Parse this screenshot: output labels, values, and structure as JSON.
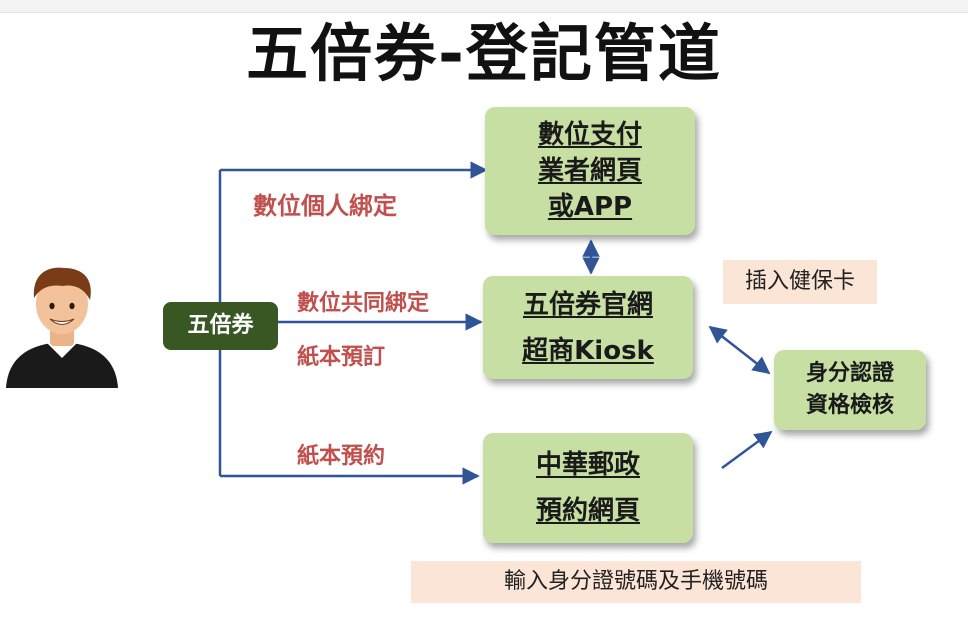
{
  "title": "五倍券-登記管道",
  "source": {
    "label": "五倍券"
  },
  "routes": {
    "digital_personal": "數位個人綁定",
    "digital_shared": "數位共同綁定",
    "paper_order": "紙本預訂",
    "paper_reserve": "紙本預約"
  },
  "boxes": {
    "digital_pay": {
      "lines": [
        "數位支付",
        "業者網頁",
        "或APP"
      ]
    },
    "official": {
      "lines": [
        "五倍券官網",
        "超商Kiosk"
      ]
    },
    "post": {
      "lines": [
        "中華郵政",
        "預約網頁"
      ]
    },
    "verify": {
      "lines": [
        "身分認證",
        "資格檢核"
      ]
    }
  },
  "notes": {
    "insert_card": "插入健保卡",
    "enter_id": "輸入身分證號碼及手機號碼"
  },
  "colors": {
    "box_fill": "#c7dfa3",
    "source_fill": "#385723",
    "route_text": "#c0504d",
    "arrow": "#2f5597",
    "note_fill": "#fbe5d6"
  },
  "icons": {
    "person": "person-avatar-icon"
  }
}
